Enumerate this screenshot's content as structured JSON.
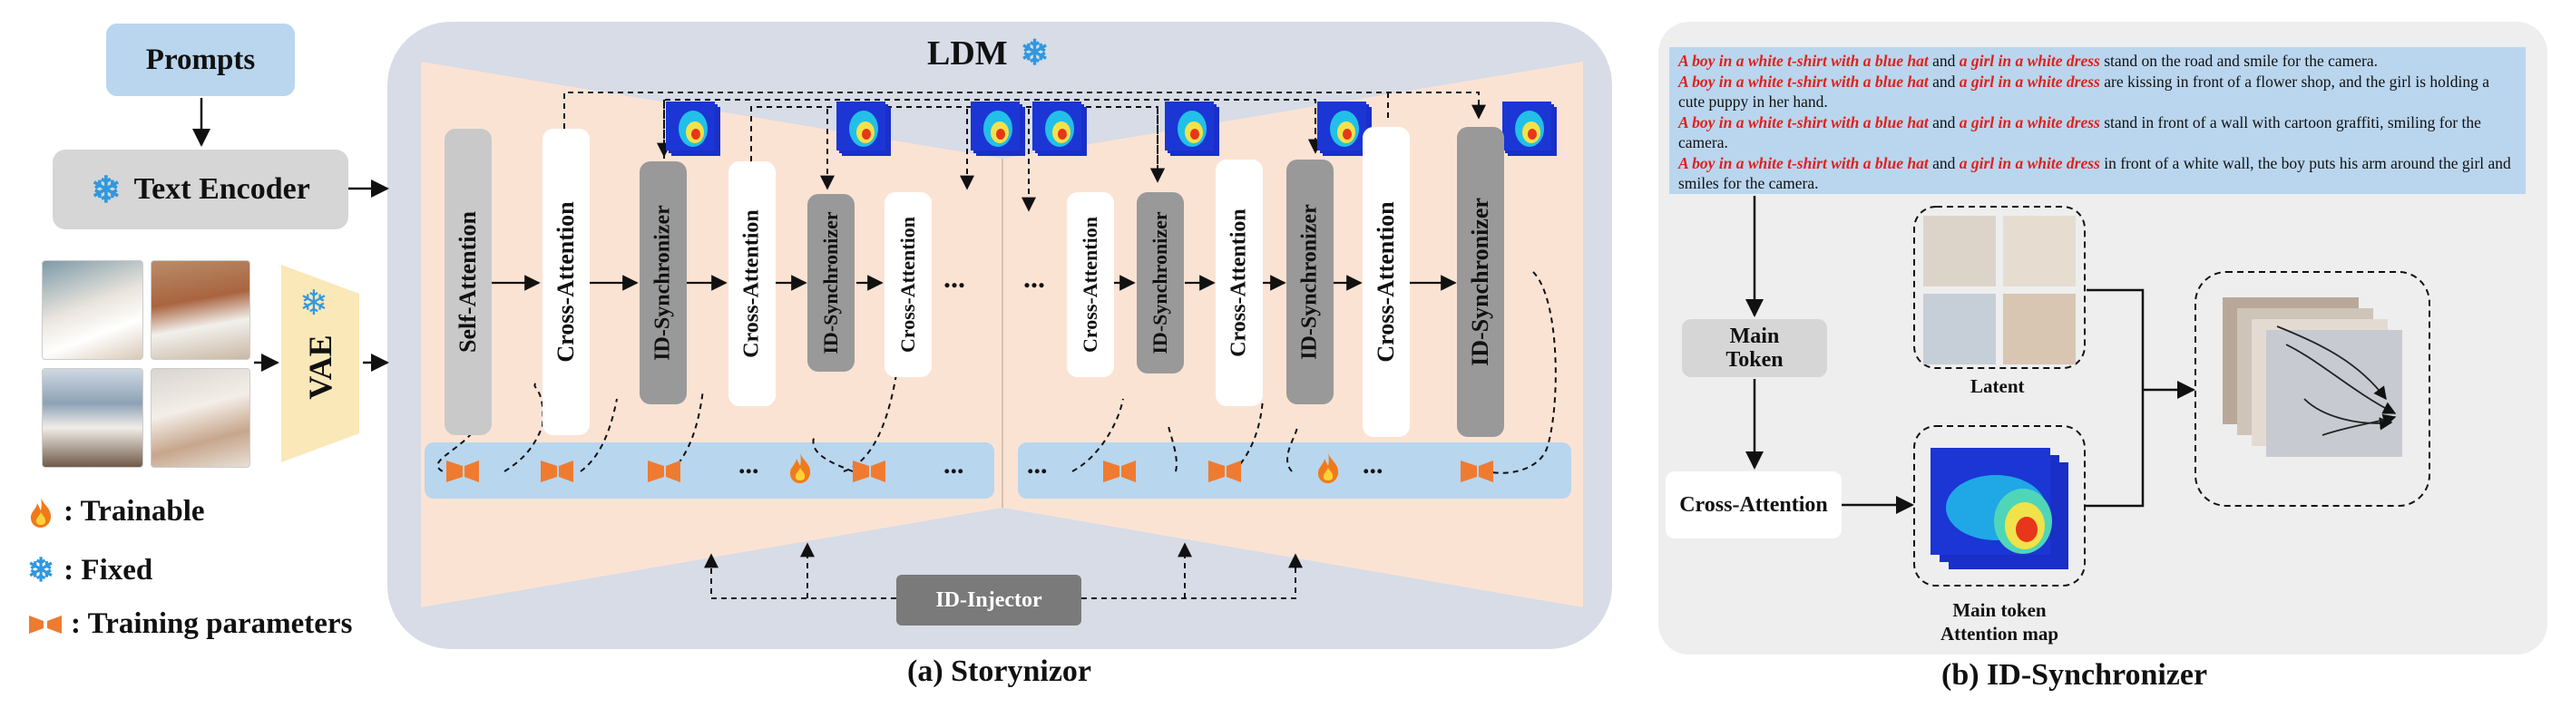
{
  "left_panel": {
    "prompts_label": "Prompts",
    "text_encoder_label": "Text Encoder",
    "vae_label": "VAE",
    "legend": {
      "trainable": ": Trainable",
      "fixed": ": Fixed",
      "training_params": ": Training parameters"
    }
  },
  "storynizor": {
    "title": "LDM",
    "blocks": {
      "self_attention": "Self-Attention",
      "cross_attention": "Cross-Attention",
      "id_synchronizer": "ID-Synchronizer"
    },
    "ellipsis": "...",
    "id_injector": "ID-Injector",
    "caption": "(a) Storynizor"
  },
  "id_sync_panel": {
    "prompts": [
      {
        "subject1": "A boy in a white t-shirt with a blue hat",
        "joiner": " and ",
        "subject2": "a girl in a white dress",
        "rest": " stand on the road and smile for the camera."
      },
      {
        "subject1": "A boy in a white t-shirt with a blue hat",
        "joiner": " and ",
        "subject2": "a girl in a white dress",
        "rest": " are kissing in front of a flower shop, and the girl is holding a cute puppy in her hand."
      },
      {
        "subject1": "A boy in a white t-shirt with a blue hat",
        "joiner": " and ",
        "subject2": "a girl in a white dress",
        "rest": " stand in front of a wall with cartoon graffiti, smiling for the camera."
      },
      {
        "subject1": "A boy in a white t-shirt with a blue hat",
        "joiner": " and ",
        "subject2": "a girl in a white dress",
        "rest": " in front of a white wall, the boy puts his arm around the girl and smiles for the camera."
      }
    ],
    "main_token_label": "Main Token",
    "cross_attention_label": "Cross-Attention",
    "latent_label": "Latent",
    "attention_map_label_1": "Main token",
    "attention_map_label_2": "Attention map",
    "caption": "(b) ID-Synchronizer"
  },
  "colors": {
    "prompt_box": "#bad6ee",
    "encoder_box": "#d6d6d6",
    "ldm_bg": "#d7dce6",
    "encoder_fill": "#fbe3d4",
    "param_bar": "#b8d6ee",
    "sync_block": "#999999",
    "self_attn_block": "#c9c9c9",
    "injector": "#7a7a7a",
    "panel_b_bg": "#eeeeee",
    "prompt_red": "#e0201c",
    "param_orange": "#ef7b30",
    "snow_blue": "#2f98e0",
    "vae_fill": "#fbe8b8"
  }
}
